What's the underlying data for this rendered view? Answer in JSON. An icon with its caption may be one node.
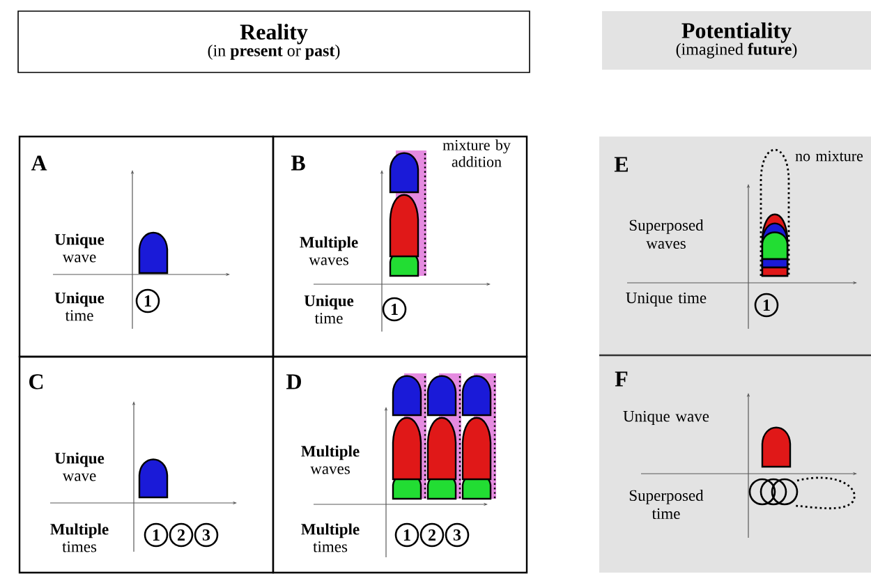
{
  "diagram": {
    "nodes": [
      {
        "text": [
          "Reality",
          "(in **present** or **past**)"
        ]
      },
      {
        "text": [
          "Potentiality",
          "(imagined **future**)"
        ]
      },
      {
        "text": [
          "A",
          "**Unique** wave",
          "**Unique** time",
          "1"
        ]
      },
      {
        "text": [
          "B",
          "**Multiple** waves",
          "**Unique** time",
          "mixture by addition",
          "1"
        ]
      },
      {
        "text": [
          "C",
          "**Unique** wave",
          "**Multiple** times",
          "1",
          "2",
          "3"
        ]
      },
      {
        "text": [
          "D",
          "**Multiple** waves",
          "**Multiple** times",
          "1",
          "2",
          "3"
        ]
      },
      {
        "text": [
          "E",
          "Superposed waves",
          "Unique time",
          "no mixture",
          "1"
        ]
      },
      {
        "text": [
          "F",
          "Unique wave",
          "Superposed time"
        ]
      }
    ]
  }
}
